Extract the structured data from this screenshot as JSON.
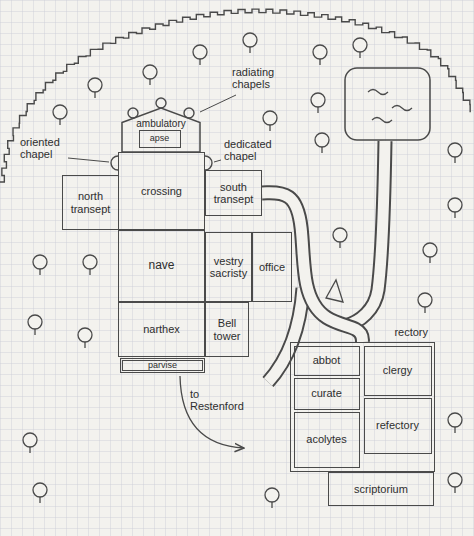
{
  "diagram": {
    "nodes": [
      {
        "text": [
          "ambulatory"
        ]
      },
      {
        "text": [
          "apse"
        ],
        "in": 0
      },
      {
        "text": [
          "north transept"
        ]
      },
      {
        "text": [
          "crossing"
        ]
      },
      {
        "text": [
          "south transept"
        ]
      },
      {
        "text": [
          "nave"
        ]
      },
      {
        "text": [
          "vestry",
          "sacristy"
        ]
      },
      {
        "text": [
          "office"
        ]
      },
      {
        "text": [
          "narthex"
        ]
      },
      {
        "text": [
          "Bell tower"
        ]
      },
      {
        "text": [
          "parvise"
        ]
      },
      {
        "text": [
          "rectory"
        ]
      },
      {
        "text": [
          "abbot"
        ],
        "in": 11
      },
      {
        "text": [
          "clergy"
        ],
        "in": 11
      },
      {
        "text": [
          "curate"
        ],
        "in": 11
      },
      {
        "text": [
          "refectory"
        ],
        "in": 11
      },
      {
        "text": [
          "acolytes"
        ],
        "in": 11
      },
      {
        "text": [
          "scriptorium"
        ]
      }
    ],
    "edges": [
      {
        "from": 4,
        "to": 11,
        "arrow": "none"
      }
    ],
    "labels": [
      "radiating chapels",
      "oriented chapel",
      "dedicated chapel",
      "to Restenford"
    ]
  }
}
